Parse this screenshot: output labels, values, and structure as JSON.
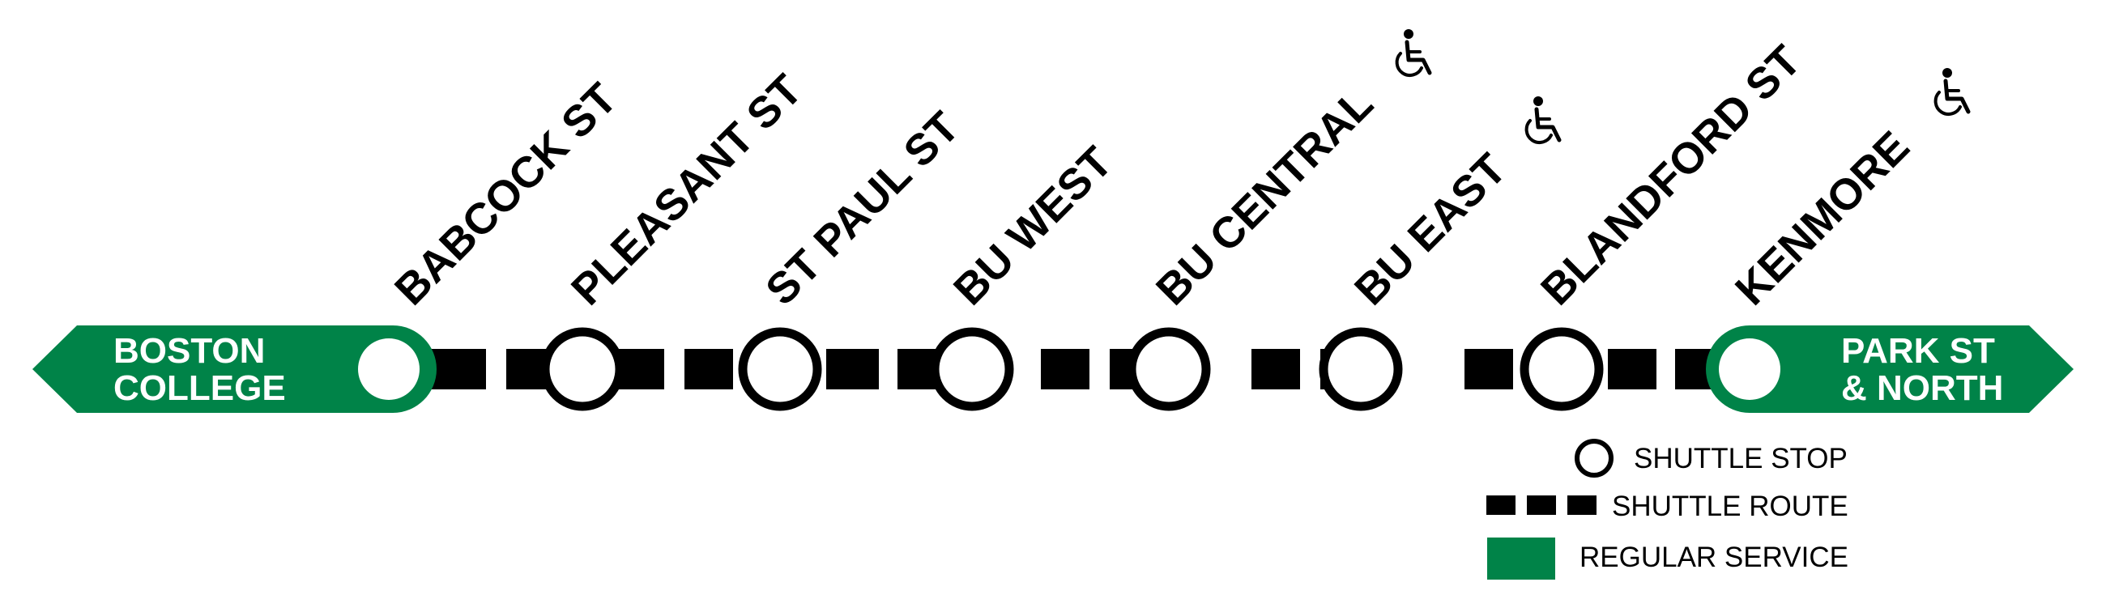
{
  "terminals": {
    "west": {
      "label_lines": [
        "BOSTON",
        "COLLEGE"
      ]
    },
    "east": {
      "label_lines": [
        "PARK ST",
        "& NORTH"
      ]
    }
  },
  "stations": [
    {
      "name": "BABCOCK ST",
      "accessible": false
    },
    {
      "name": "PLEASANT ST",
      "accessible": false
    },
    {
      "name": "ST PAUL ST",
      "accessible": false
    },
    {
      "name": "BU WEST",
      "accessible": false
    },
    {
      "name": "BU CENTRAL",
      "accessible": true
    },
    {
      "name": "BU EAST",
      "accessible": true
    },
    {
      "name": "BLANDFORD ST",
      "accessible": false
    },
    {
      "name": "KENMORE",
      "accessible": true
    }
  ],
  "legend": {
    "shuttle_stop": "SHUTTLE STOP",
    "shuttle_route": "SHUTTLE ROUTE",
    "regular_service": "REGULAR SERVICE"
  },
  "icons": {
    "accessibility": "wheelchair-icon",
    "stop": "shuttle-stop-circle-icon"
  },
  "colors": {
    "regular_service": "#008348",
    "shuttle": "#000000",
    "text_on_green": "#ffffff"
  }
}
